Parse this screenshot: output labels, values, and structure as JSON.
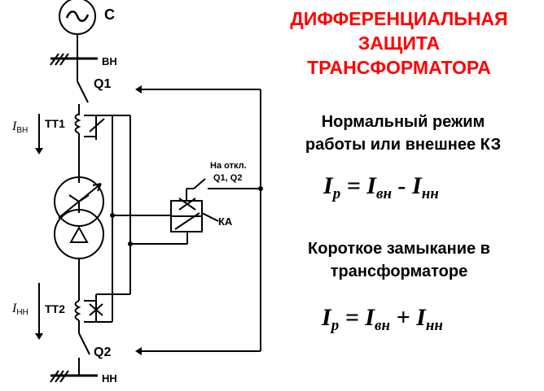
{
  "diagram": {
    "source_label": "C",
    "hv_bus_label": "ВН",
    "lv_bus_label": "НН",
    "breaker1_label": "Q1",
    "breaker2_label": "Q2",
    "ct1_label": "ТТ1",
    "ct2_label": "ТТ2",
    "i_hv_label": "I",
    "i_hv_sub": "ВН",
    "i_lv_label": "I",
    "i_lv_sub": "НН",
    "relay_label": "КА",
    "trip_label_1": "На откл.",
    "trip_label_2": "Q1, Q2"
  },
  "title": {
    "line1": "ДИФФЕРЕНЦИАЛЬНАЯ",
    "line2": "ЗАЩИТА",
    "line3": "ТРАНСФОРМАТОРА"
  },
  "normal": {
    "heading1": "Нормальный режим",
    "heading2": "работы или внешнее КЗ",
    "formula": {
      "lhs": "I",
      "lhs_sub": "р",
      "eq": " = ",
      "a": "I",
      "a_sub": "вн",
      "op": " - ",
      "b": "I",
      "b_sub": "нн"
    }
  },
  "fault": {
    "heading1": "Короткое замыкание в",
    "heading2": "трансформаторе",
    "formula": {
      "lhs": "I",
      "lhs_sub": "р",
      "eq": " = ",
      "a": "I",
      "a_sub": "вн",
      "op": " + ",
      "b": "I",
      "b_sub": "нн"
    }
  },
  "colors": {
    "title": "#ff0000",
    "lines": "#000000"
  }
}
